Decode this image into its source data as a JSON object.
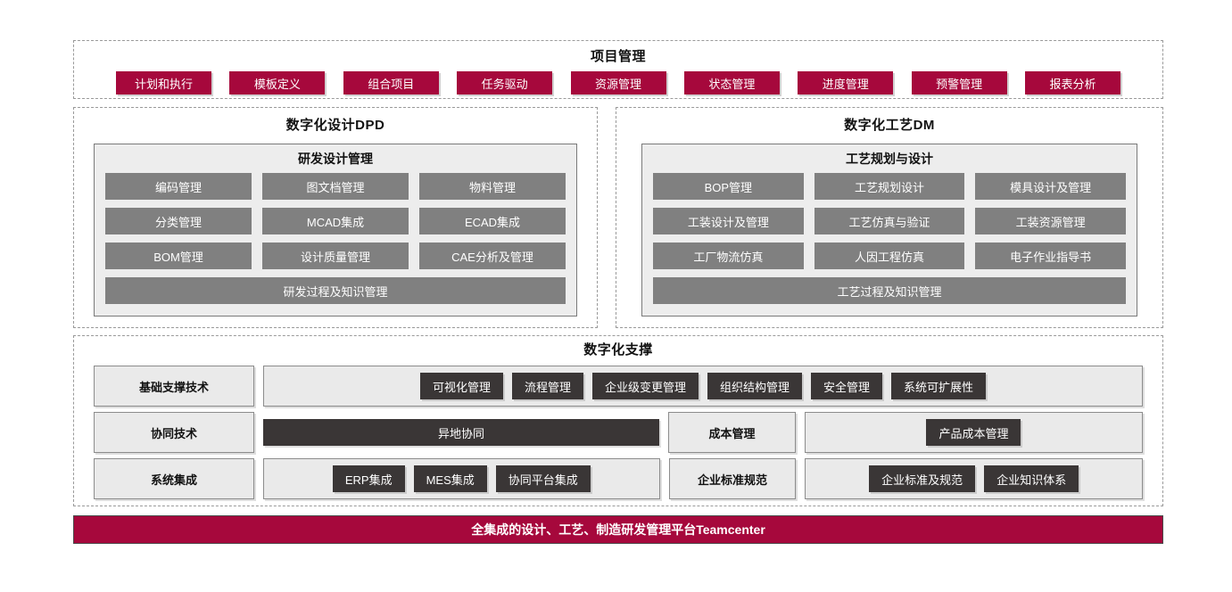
{
  "colors": {
    "crimson": "#A6083C",
    "mid_gray": "#808080",
    "dark_gray": "#3A3636",
    "light_gray": "#EAEAEA",
    "inner_gray": "#EDEDED"
  },
  "project_management": {
    "title": "项目管理",
    "buttons": [
      {
        "label": "计划和执行"
      },
      {
        "label": "模板定义"
      },
      {
        "label": "组合项目"
      },
      {
        "label": "任务驱动"
      },
      {
        "label": "资源管理"
      },
      {
        "label": "状态管理"
      },
      {
        "label": "进度管理"
      },
      {
        "label": "预警管理"
      },
      {
        "label": "报表分析"
      }
    ]
  },
  "dpd": {
    "title": "数字化设计DPD",
    "section_title": "研发设计管理",
    "cells": [
      "编码管理",
      "图文档管理",
      "物料管理",
      "分类管理",
      "MCAD集成",
      "ECAD集成",
      "BOM管理",
      "设计质量管理",
      "CAE分析及管理"
    ],
    "footer": "研发过程及知识管理"
  },
  "dm": {
    "title": "数字化工艺DM",
    "section_title": "工艺规划与设计",
    "cells": [
      "BOP管理",
      "工艺规划设计",
      "模具设计及管理",
      "工装设计及管理",
      "工艺仿真与验证",
      "工装资源管理",
      "工厂物流仿真",
      "人因工程仿真",
      "电子作业指导书"
    ],
    "footer": "工艺过程及知识管理"
  },
  "support": {
    "title": "数字化支撑",
    "rows": [
      {
        "label": "基础支撑技术",
        "groups": [
          {
            "boxed": true,
            "flex": 1040,
            "chips": [
              "可视化管理",
              "流程管理",
              "企业级变更管理",
              "组织结构管理",
              "安全管理",
              "系统可扩展性"
            ]
          }
        ]
      },
      {
        "label": "协同技术",
        "groups": [
          {
            "boxed": false,
            "flex": 470,
            "chips": [
              "异地协同"
            ]
          },
          {
            "boxed": true,
            "flex": 150,
            "chips": [],
            "label": "成本管理"
          },
          {
            "boxed": true,
            "flex": 400,
            "chips": [
              "产品成本管理"
            ]
          }
        ]
      },
      {
        "label": "系统集成",
        "groups": [
          {
            "boxed": true,
            "flex": 470,
            "chips": [
              "ERP集成",
              "MES集成",
              "协同平台集成"
            ]
          },
          {
            "boxed": true,
            "flex": 150,
            "chips": [],
            "label": "企业标准规范"
          },
          {
            "boxed": true,
            "flex": 400,
            "chips": [
              "企业标准及规范",
              "企业知识体系"
            ]
          }
        ]
      }
    ]
  },
  "banner": {
    "text": "全集成的设计、工艺、制造研发管理平台Teamcenter"
  }
}
